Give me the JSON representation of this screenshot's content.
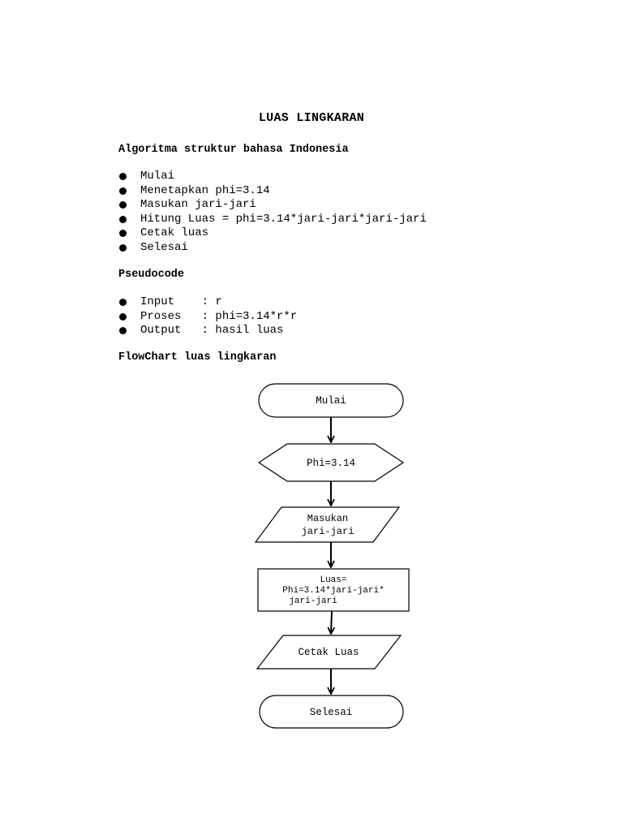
{
  "title": "LUAS LINGKARAN",
  "algorithm": {
    "heading": "Algoritma struktur bahasa Indonesia",
    "items": [
      "Mulai",
      "Menetapkan phi=3.14",
      "Masukan jari-jari",
      "Hitung Luas = phi=3.14*jari-jari*jari-jari",
      "Cetak luas",
      "Selesai"
    ]
  },
  "pseudocode": {
    "heading": "Pseudocode",
    "items": [
      "Input    : r",
      "Proses   : phi=3.14*r*r",
      "Output   : hasil luas"
    ]
  },
  "flowchart": {
    "heading": "FlowChart luas lingkaran",
    "start": "Mulai",
    "prep": "Phi=3.14",
    "input": [
      "Masukan",
      "jari-jari"
    ],
    "process": [
      "Luas=",
      "Phi=3.14*jari-jari*",
      "jari-jari"
    ],
    "output": "Cetak Luas",
    "end": "Selesai"
  }
}
